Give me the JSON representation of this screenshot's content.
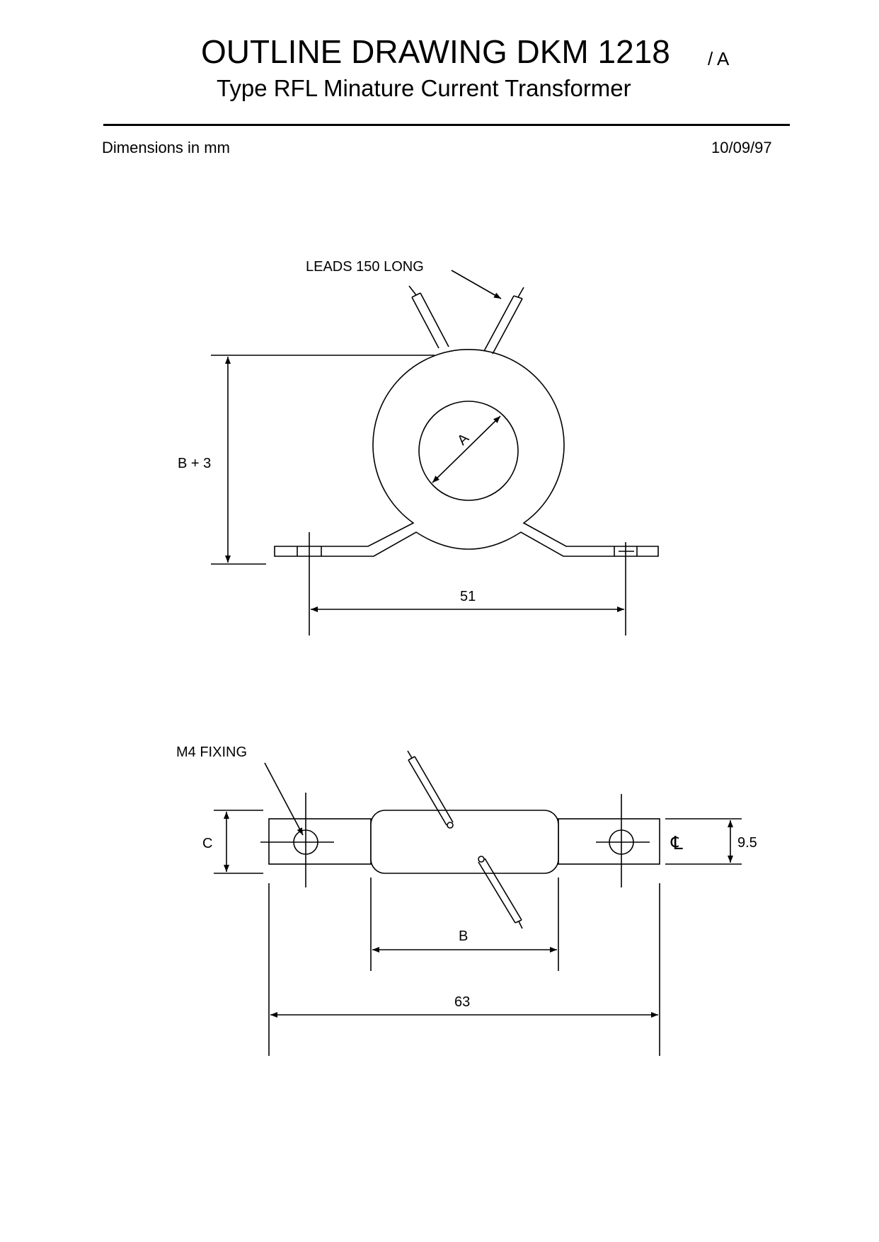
{
  "header": {
    "title": "OUTLINE DRAWING DKM 1218",
    "revision": "/ A",
    "subtitle": "Type RFL Minature Current Transformer",
    "units_note": "Dimensions in mm",
    "date": "10/09/97"
  },
  "front_view": {
    "leads_label": "LEADS 150 LONG",
    "dim_height_label": "B + 3",
    "dim_bore_label": "A",
    "dim_hole_spacing_label": "51"
  },
  "plan_view": {
    "fixing_label": "M4 FIXING",
    "dim_width_label": "C",
    "dim_body_label": "B",
    "dim_overall_label": "63",
    "dim_foot_width_label": "9.5",
    "centerline_symbol": "℄"
  }
}
